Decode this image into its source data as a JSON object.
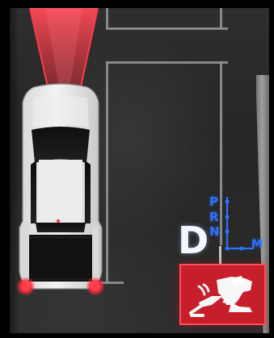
{
  "scene": {
    "gear": {
      "current": "D",
      "p": "P",
      "r": "R",
      "n": "N",
      "m": "M"
    },
    "colors": {
      "beam": "#d2303e",
      "gear_highlight": "#2c73ff",
      "warning": "#c61f2b",
      "lamp": "#ff2c3c"
    },
    "icons": {
      "warning": "foot-pedal-icon",
      "vehicle": "pickup-truck-topdown"
    }
  }
}
